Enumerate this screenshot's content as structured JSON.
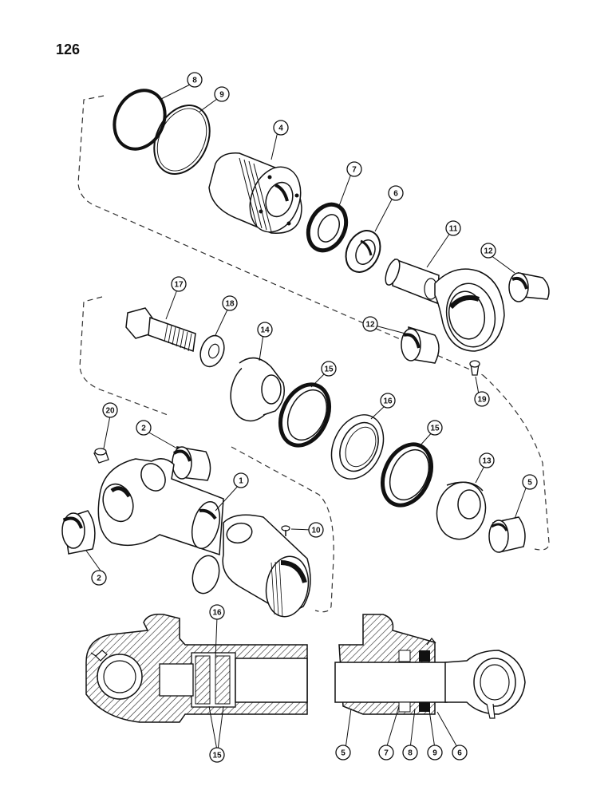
{
  "page_number": "126",
  "callouts": [
    {
      "id": "c8",
      "text": "8"
    },
    {
      "id": "c9a",
      "text": "9"
    },
    {
      "id": "c4",
      "text": "4"
    },
    {
      "id": "c7a",
      "text": "7"
    },
    {
      "id": "c6a",
      "text": "6"
    },
    {
      "id": "c11",
      "text": "11"
    },
    {
      "id": "c12a",
      "text": "12"
    },
    {
      "id": "c12b",
      "text": "12"
    },
    {
      "id": "c19",
      "text": "19"
    },
    {
      "id": "c17",
      "text": "17"
    },
    {
      "id": "c18",
      "text": "18"
    },
    {
      "id": "c14",
      "text": "14"
    },
    {
      "id": "c15a",
      "text": "15"
    },
    {
      "id": "c16a",
      "text": "16"
    },
    {
      "id": "c15b",
      "text": "15"
    },
    {
      "id": "c13",
      "text": "13"
    },
    {
      "id": "c5a",
      "text": "5"
    },
    {
      "id": "c20",
      "text": "20"
    },
    {
      "id": "c2a",
      "text": "2"
    },
    {
      "id": "c1",
      "text": "1"
    },
    {
      "id": "c10",
      "text": "10"
    },
    {
      "id": "c2b",
      "text": "2"
    },
    {
      "id": "c16b",
      "text": "16"
    },
    {
      "id": "c15c",
      "text": "15"
    },
    {
      "id": "c5b",
      "text": "5"
    },
    {
      "id": "c7b",
      "text": "7"
    },
    {
      "id": "c8b",
      "text": "8"
    },
    {
      "id": "c9b",
      "text": "9"
    },
    {
      "id": "c6b",
      "text": "6"
    }
  ]
}
